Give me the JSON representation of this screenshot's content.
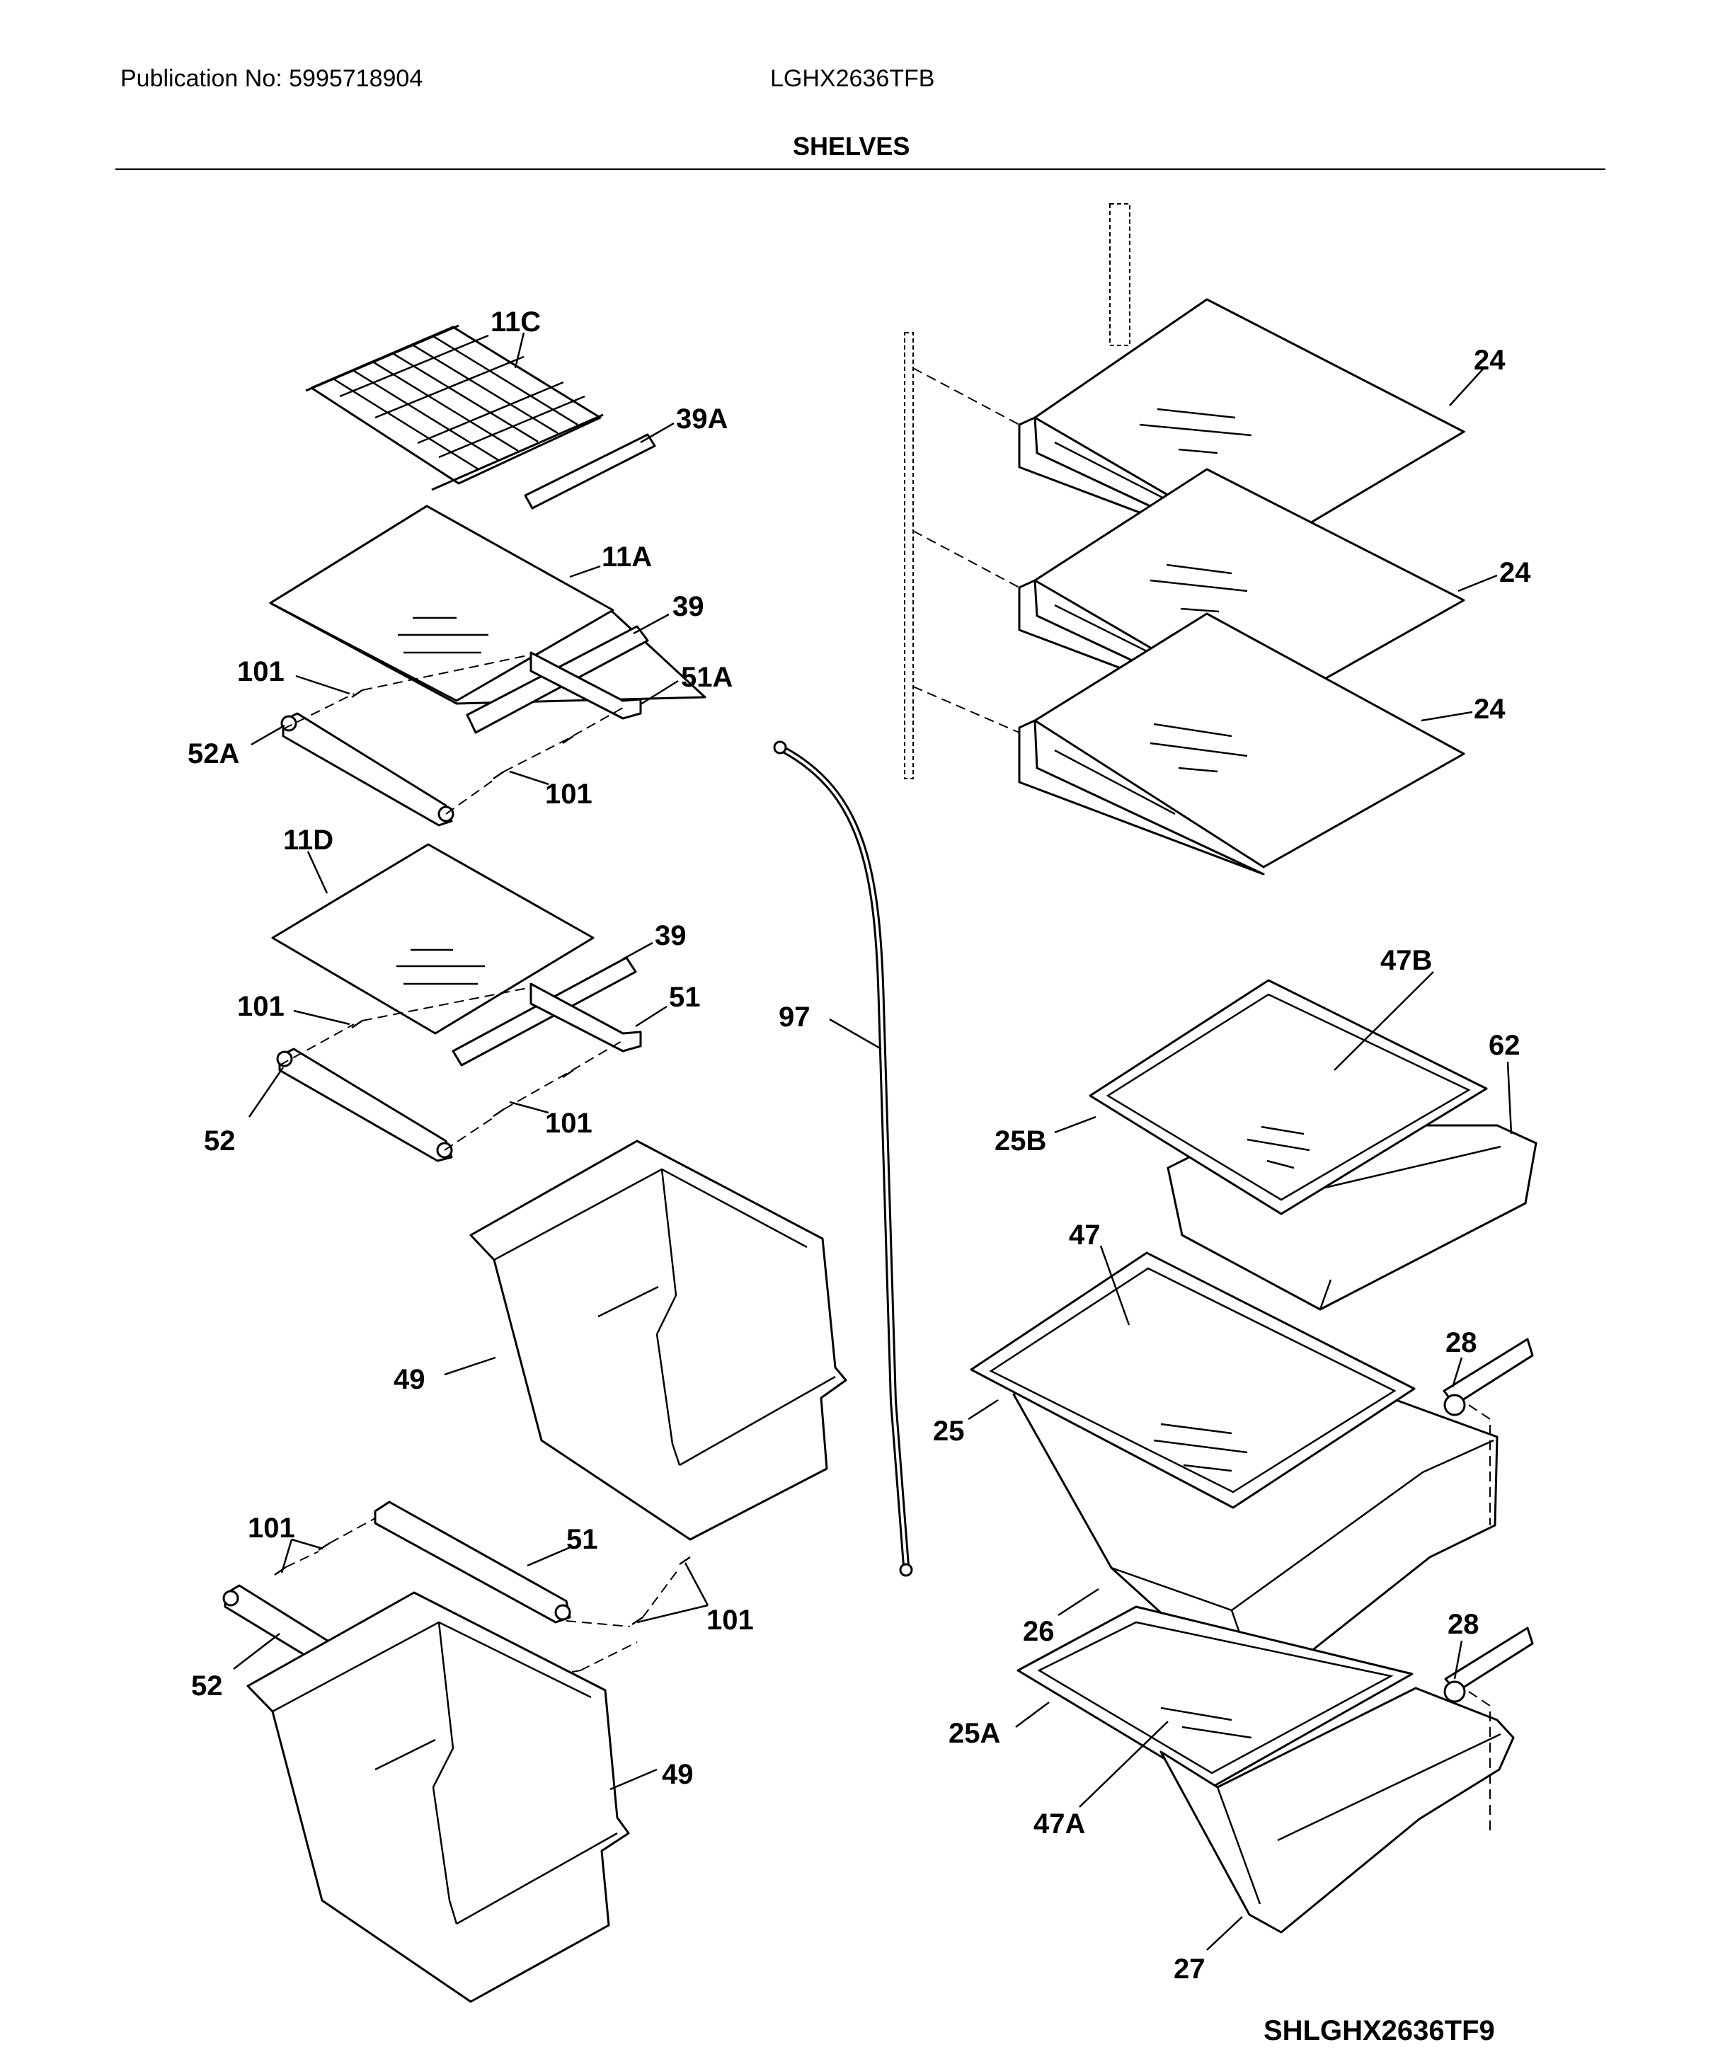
{
  "header": {
    "publication": "Publication No: 5995718904",
    "model": "LGHX2636TFB",
    "section_title": "SHELVES"
  },
  "diagram_code": "SHLGHX2636TF9",
  "callouts": [
    "11C",
    "39A",
    "11A",
    "39",
    "101",
    "51A",
    "52A",
    "101",
    "11D",
    "39",
    "101",
    "51",
    "52",
    "101",
    "49",
    "101",
    "51",
    "101",
    "52",
    "49",
    "97",
    "24",
    "24",
    "24",
    "47B",
    "62",
    "25B",
    "47",
    "28",
    "25",
    "26",
    "28",
    "25A",
    "47A",
    "27"
  ]
}
